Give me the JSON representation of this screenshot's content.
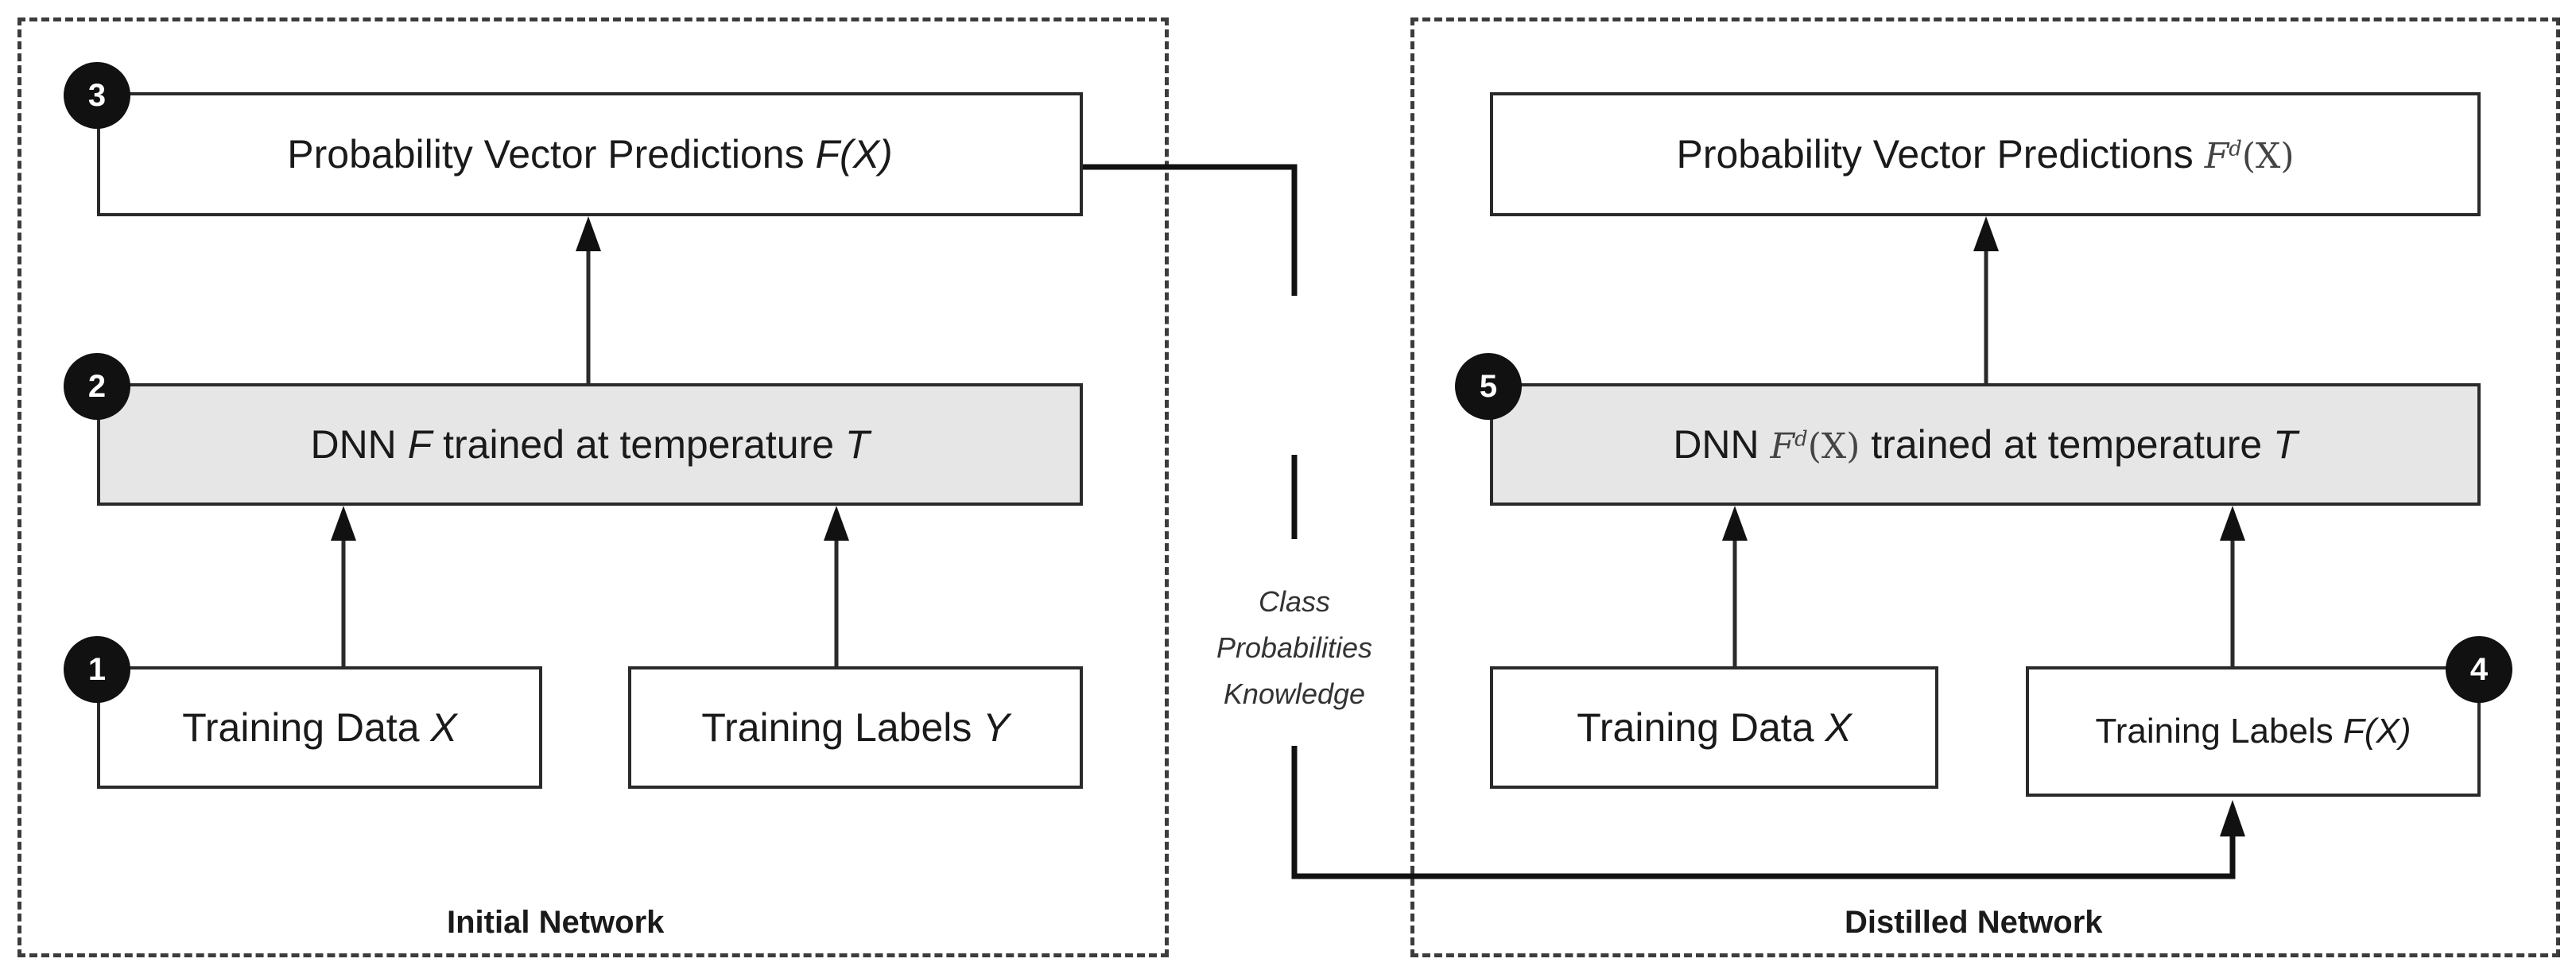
{
  "initial_network": {
    "title": "Initial Network",
    "steps": {
      "step1": "1",
      "step2": "2",
      "step3": "3"
    },
    "predictions": {
      "text": "Probability Vector Predictions ",
      "math": "F(X)"
    },
    "dnn": {
      "text_a": "DNN ",
      "math_f": "F",
      "text_b": " trained at temperature ",
      "math_t": "T"
    },
    "training_data": {
      "text": "Training Data ",
      "math": "X"
    },
    "training_labels": {
      "text": "Training Labels ",
      "math": "Y"
    }
  },
  "distilled_network": {
    "title": "Distilled Network",
    "steps": {
      "step4": "4",
      "step5": "5"
    },
    "predictions": {
      "text": "Probability Vector Predictions ",
      "math_base": "F",
      "math_sup": "d",
      "math_arg": "(X)"
    },
    "dnn": {
      "text_a": "DNN ",
      "math_base": "F",
      "math_sup": "d",
      "math_arg": "(X)",
      "text_b": " trained at temperature ",
      "math_t": "T"
    },
    "training_data": {
      "text": "Training Data ",
      "math": "X"
    },
    "training_labels": {
      "text": "Training Labels ",
      "math": "F(X)"
    }
  },
  "connector": {
    "label_lines": [
      "Class",
      "Probabilities",
      "Knowledge"
    ]
  },
  "colors": {
    "box_border": "#2a2a2a",
    "gray_fill": "#e6e6e6",
    "badge": "#111111",
    "dash": "#3c3c3c"
  }
}
